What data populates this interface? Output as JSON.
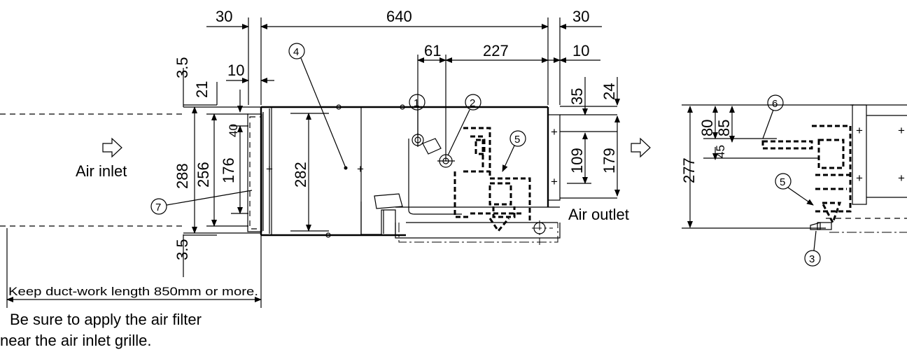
{
  "dimensions": {
    "top": {
      "left_gap": "30",
      "main_width": "640",
      "right_gap": "30"
    },
    "second": {
      "d61": "61",
      "d227": "227",
      "d10r": "10"
    },
    "left": {
      "d3_5_top": "3.5",
      "d21": "21",
      "d10": "10",
      "d40": "40",
      "d288": "288",
      "d256": "256",
      "d176": "176",
      "d3_5_bot": "3.5"
    },
    "center": {
      "d282": "282"
    },
    "right": {
      "d35": "35",
      "d24": "24",
      "d109": "109",
      "d179": "179"
    },
    "side": {
      "d80": "80",
      "d85": "85",
      "d45": "45",
      "d277": "277"
    }
  },
  "labels": {
    "air_inlet": "Air inlet",
    "air_outlet": "Air outlet",
    "duct_note": "Keep duct-work length 850mm or more.",
    "filter_note_line1": "Be sure to apply the air filter",
    "filter_note_line2": "near the air inlet grille."
  },
  "callouts": [
    "1",
    "2",
    "3",
    "4",
    "5",
    "6",
    "7"
  ]
}
